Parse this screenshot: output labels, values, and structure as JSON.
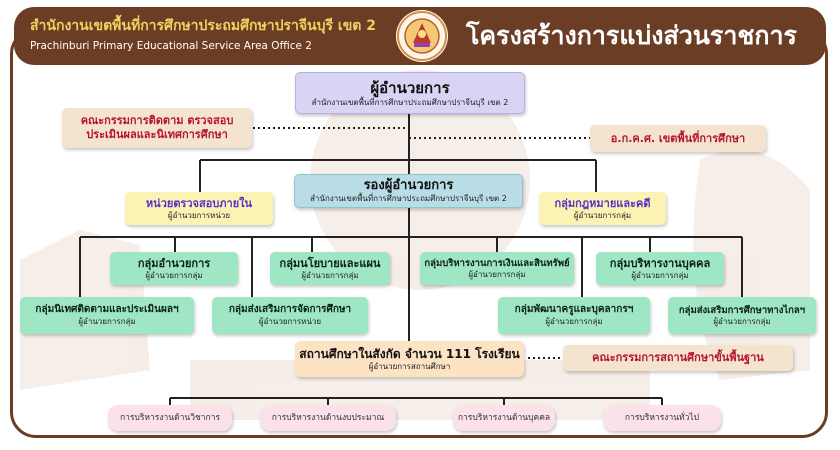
{
  "header": {
    "office_th": "สำนักงานเขตพื้นที่การศึกษาประถมศึกษาปราจีนบุรี เขต 2",
    "office_en": "Prachinburi Primary Educational Service Area Office 2",
    "title": "โครงสร้างการแบ่งส่วนราชการ",
    "seal_icon": "school-seal-logo"
  },
  "colors": {
    "brown": "#6b3d24",
    "gold": "#f3cf62",
    "red_text": "#b4162a",
    "purple_text": "#5c2fc4",
    "lavender": "#d8d4f4",
    "teal": "#b9dde6",
    "green": "#9ee6c4",
    "yellow": "#fbf2b3",
    "peach": "#fbe3c4",
    "pink": "#fbe2ea"
  },
  "director": {
    "title": "ผู้อำนวยการ",
    "subtitle": "สำนักงานเขตพื้นที่การศึกษาประถมศึกษาปราจีนบุรี เขต 2"
  },
  "committee_left": {
    "line1": "คณะกรรมการติดตาม ตรวจสอบ",
    "line2": "ประเมินผลและนิเทศการศึกษา"
  },
  "committee_right": {
    "title": "อ.ก.ค.ศ. เขตพื้นที่การศึกษา"
  },
  "deputy": {
    "title": "รองผู้อำนวยการ",
    "subtitle": "สำนักงานเขตพื้นที่การศึกษาประถมศึกษาปราจีนบุรี เขต 2"
  },
  "internal_audit": {
    "title": "หน่วยตรวจสอบภายใน",
    "subtitle": "ผู้อำนวยการหน่วย"
  },
  "legal_group": {
    "title": "กลุ่มกฎหมายและคดี",
    "subtitle": "ผู้อำนวยการกลุ่ม"
  },
  "groups": {
    "admin": {
      "title": "กลุ่มอำนวยการ",
      "subtitle": "ผู้อำนวยการกลุ่ม"
    },
    "policy": {
      "title": "กลุ่มนโยบายและแผน",
      "subtitle": "ผู้อำนวยการกลุ่ม"
    },
    "finance": {
      "title": "กลุ่มบริหารงานการเงินและสินทรัพย์",
      "subtitle": "ผู้อำนวยการกลุ่ม"
    },
    "personnel": {
      "title": "กลุ่มบริหารงานบุคคล",
      "subtitle": "ผู้อำนวยการกลุ่ม"
    },
    "supervision": {
      "title": "กลุ่มนิเทศติดตามและประเมินผลฯ",
      "subtitle": "ผู้อำนวยการกลุ่ม"
    },
    "promotion": {
      "title": "กลุ่มส่งเสริมการจัดการศึกษา",
      "subtitle": "ผู้อำนวยการหน่วย"
    },
    "teacher_dev": {
      "title": "กลุ่มพัฒนาครูและบุคลากรฯ",
      "subtitle": "ผู้อำนวยการกลุ่ม"
    },
    "distance": {
      "title": "กลุ่มส่งเสริมการศึกษาทางไกลฯ",
      "subtitle": "ผู้อำนวยการกลุ่ม"
    }
  },
  "schools": {
    "title": "สถานศึกษาในสังกัด จำนวน 111 โรงเรียน",
    "subtitle": "ผู้อำนวยการสถานศึกษา"
  },
  "school_board": {
    "title": "คณะกรรมการสถานศึกษาขั้นพื้นฐาน"
  },
  "school_admin": [
    "การบริหารงานด้านวิชาการ",
    "การบริหารงานด้านงบประมาณ",
    "การบริหารงานด้านบุคคล",
    "การบริหารงานทั่วไป"
  ]
}
